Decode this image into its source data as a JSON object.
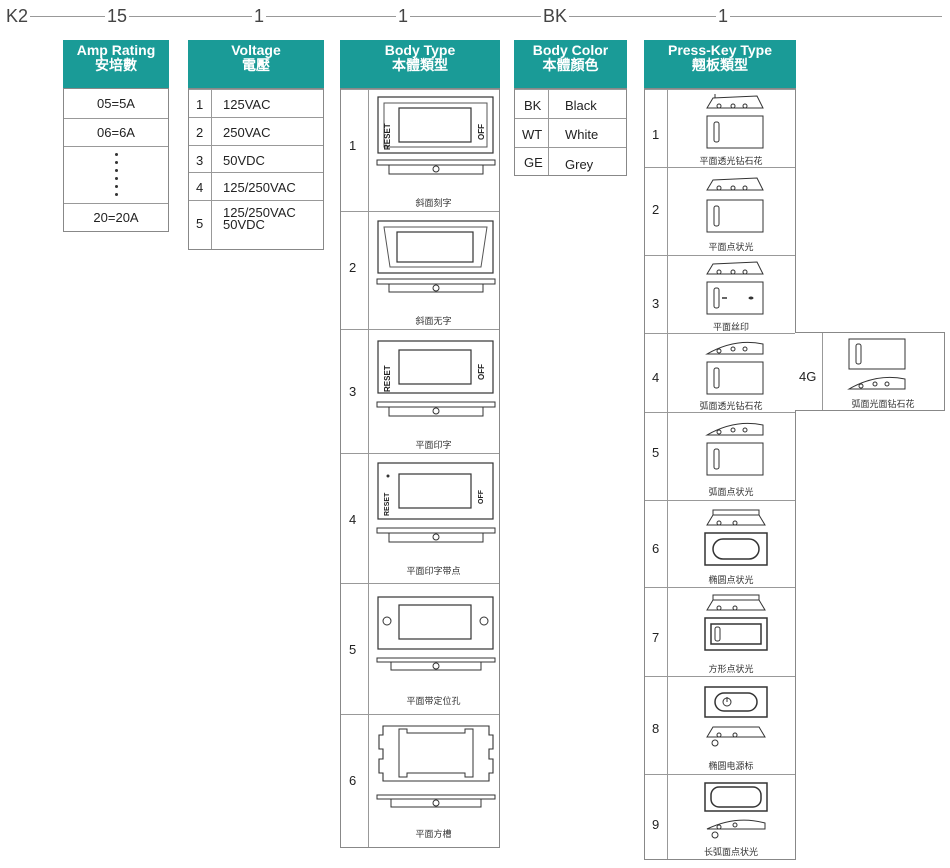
{
  "code": [
    "K2",
    "15",
    "1",
    "1",
    "BK",
    "1"
  ],
  "amp": {
    "header": [
      "Amp Rating",
      "安培數"
    ],
    "rows": [
      "05=5A",
      "06=6A",
      "20=20A"
    ]
  },
  "voltage": {
    "header": [
      "Voltage",
      "電壓"
    ],
    "rows": [
      {
        "n": "1",
        "v": "125VAC"
      },
      {
        "n": "2",
        "v": "250VAC"
      },
      {
        "n": "3",
        "v": "50VDC"
      },
      {
        "n": "4",
        "v": "125/250VAC"
      },
      {
        "n": "5",
        "v": "125/250VAC",
        "v2": "50VDC"
      }
    ]
  },
  "body_type": {
    "header": [
      "Body Type",
      "本體類型"
    ],
    "rows": [
      {
        "n": "1",
        "cap": "斜面刻字",
        "t1": "RESET",
        "t2": "OFF"
      },
      {
        "n": "2",
        "cap": "斜面无字"
      },
      {
        "n": "3",
        "cap": "平面印字",
        "t1": "RESET",
        "t2": "OFF"
      },
      {
        "n": "4",
        "cap": "平面印字带点",
        "t1": "RESET",
        "t2": "OFF"
      },
      {
        "n": "5",
        "cap": "平面带定位孔"
      },
      {
        "n": "6",
        "cap": "平面方槽"
      }
    ]
  },
  "body_color": {
    "header": [
      "Body Color",
      "本體顏色"
    ],
    "rows": [
      {
        "code": "BK",
        "name": "Black"
      },
      {
        "code": "WT",
        "name": "White"
      },
      {
        "code": "GE",
        "name": "Grey"
      }
    ]
  },
  "press_key": {
    "header": [
      "Press-Key Type",
      "翹板類型"
    ],
    "rows": [
      {
        "n": "1",
        "cap": "平面透光钻石花"
      },
      {
        "n": "2",
        "cap": "平面点状光"
      },
      {
        "n": "3",
        "cap": "平面丝印"
      },
      {
        "n": "4",
        "cap": "弧面透光钻石花"
      },
      {
        "n": "5",
        "cap": "弧面点状光"
      },
      {
        "n": "6",
        "cap": "椭圆点状光"
      },
      {
        "n": "7",
        "cap": "方形点状光"
      },
      {
        "n": "8",
        "cap": "椭圆电源标"
      },
      {
        "n": "9",
        "cap": "长弧面点状光"
      }
    ],
    "extra": {
      "n": "4G",
      "cap": "弧面光面钻石花"
    }
  }
}
